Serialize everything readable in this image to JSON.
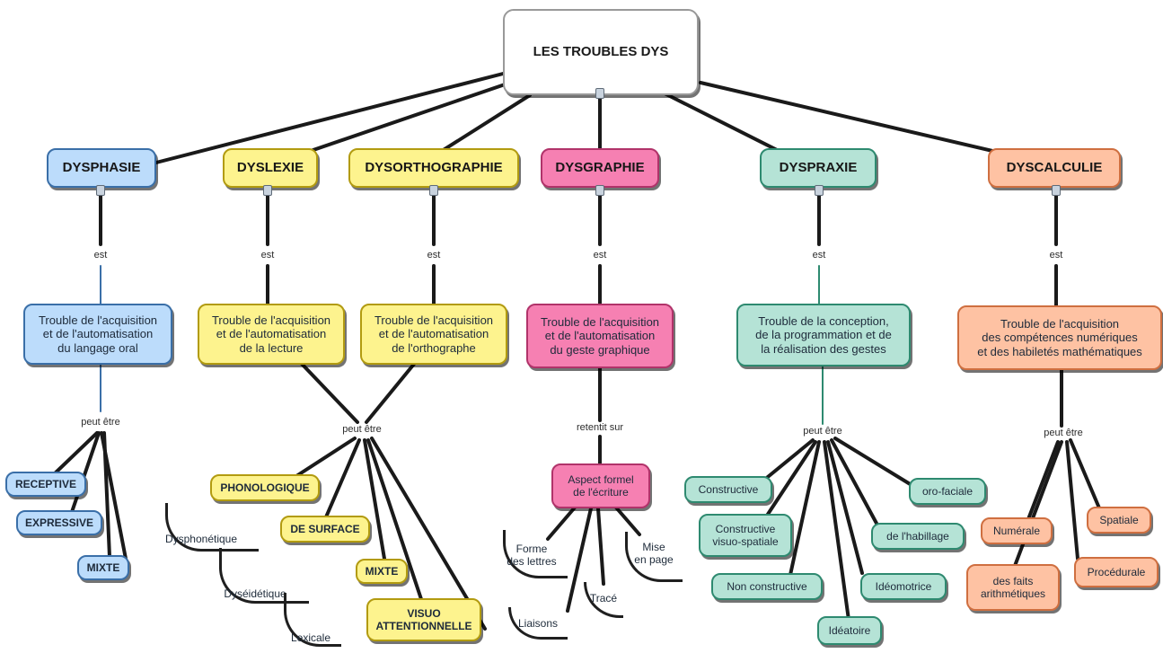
{
  "root": {
    "label": "LES TROUBLES DYS"
  },
  "link_est": "est",
  "link_peut_etre": "peut être",
  "link_retentit": "retentit sur",
  "categories": {
    "dysphasie": {
      "label": "DYSPHASIE",
      "color": "#bcdcfb",
      "definition": "Trouble de l'acquisition\net de l'automatisation\ndu langage oral",
      "types": [
        "RECEPTIVE",
        "EXPRESSIVE",
        "MIXTE"
      ]
    },
    "dyslexie": {
      "label": "DYSLEXIE",
      "color": "#fdf38e",
      "definition": "Trouble de l'acquisition\net de l'automatisation\nde la lecture"
    },
    "dysorthographie": {
      "label": "DYSORTHOGRAPHIE",
      "color": "#fdf38e",
      "definition": "Trouble de l'acquisition\net de l'automatisation\nde l'orthographe"
    },
    "dyslexie_types": {
      "phonologique": "PHONOLOGIQUE",
      "de_surface": "DE SURFACE",
      "mixte": "MIXTE",
      "visuo": "VISUO\nATTENTIONNELLE",
      "dysphonetique": "Dysphonétique",
      "dyseidetique": "Dyséidétique",
      "lexicale": "Lexicale"
    },
    "dysgraphie": {
      "label": "DYSGRAPHIE",
      "color": "#f680b2",
      "definition": "Trouble de l'acquisition\net de l'automatisation\ndu geste graphique",
      "aspect": "Aspect formel\nde l'écriture",
      "items": [
        "Forme\ndes lettres",
        "Liaisons",
        "Tracé",
        "Mise\nen page"
      ]
    },
    "dyspraxie": {
      "label": "DYSPRAXIE",
      "color": "#b5e3d6",
      "definition": "Trouble de la conception,\nde la programmation et de\nla réalisation des gestes",
      "types": [
        "Constructive",
        "Constructive\nvisuo-spatiale",
        "Non constructive",
        "Idéatoire",
        "Idéomotrice",
        "de l'habillage",
        "oro-faciale"
      ]
    },
    "dyscalculie": {
      "label": "DYSCALCULIE",
      "color": "#fec2a3",
      "definition": "Trouble de l'acquisition\ndes compétences numériques\net des habiletés mathématiques",
      "types": [
        "Numérale",
        "des faits\narithmétiques",
        "Procédurale",
        "Spatiale"
      ]
    }
  }
}
